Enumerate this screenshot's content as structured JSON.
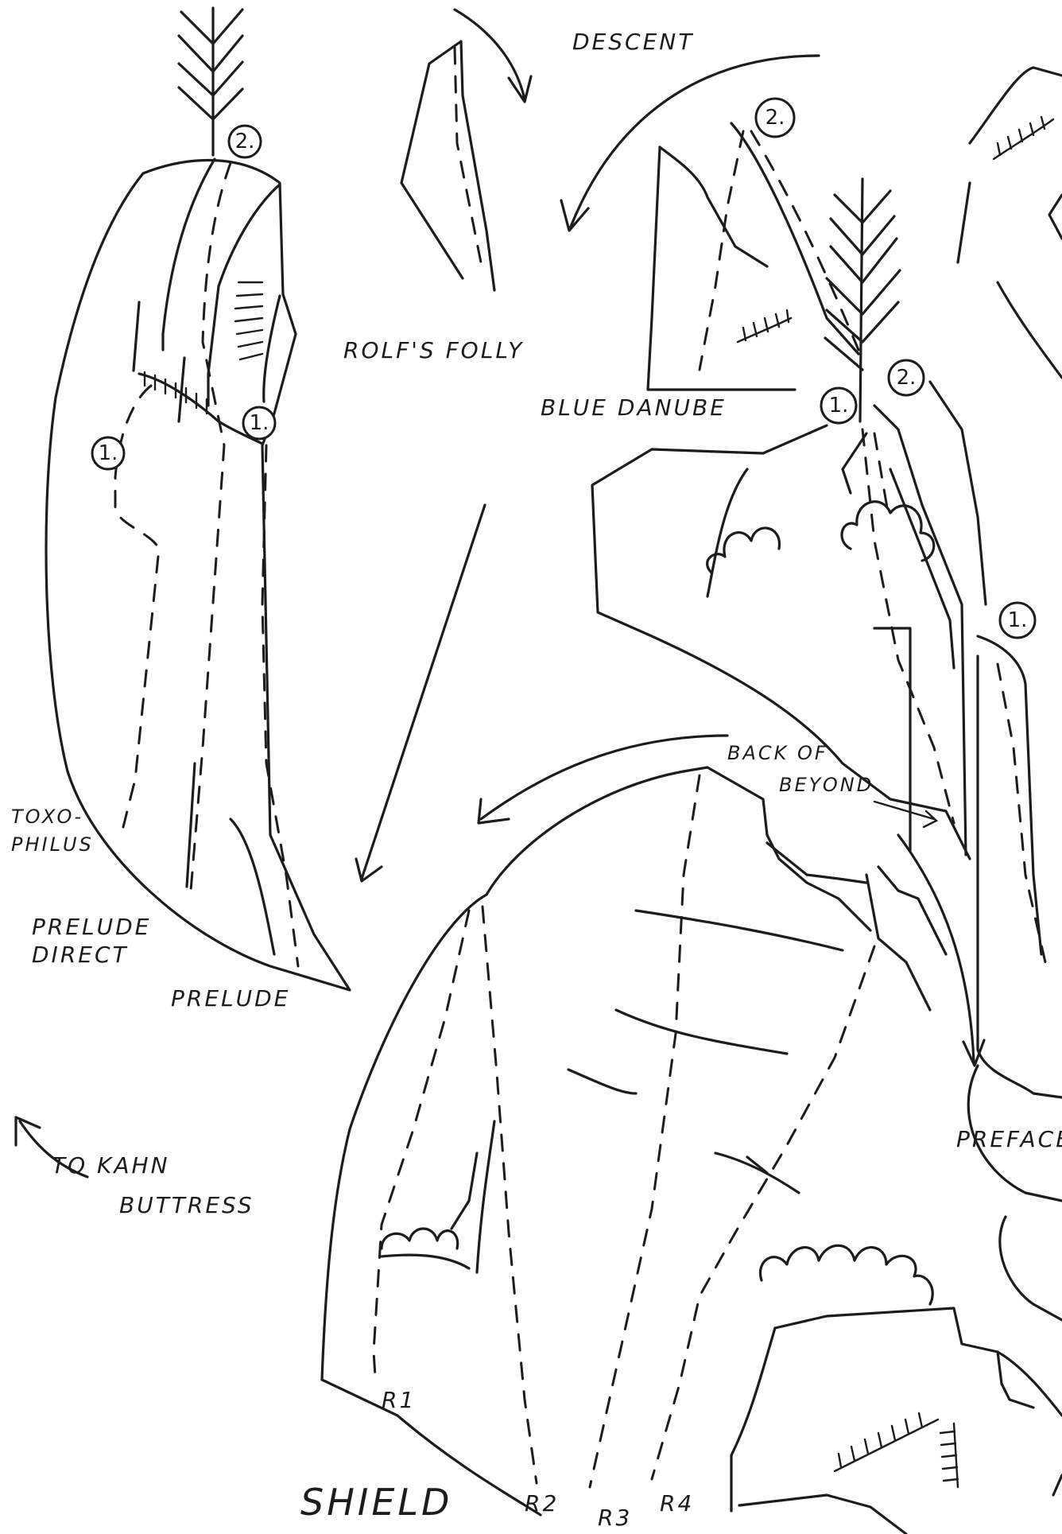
{
  "labels": {
    "descent": "DESCENT",
    "rolfs_folly": "ROLF'S FOLLY",
    "blue_danube": "BLUE DANUBE",
    "toxophilus_line1": "TOXO-",
    "toxophilus_line2": "PHILUS",
    "prelude_direct_line1": "PRELUDE",
    "prelude_direct_line2": "DIRECT",
    "prelude": "PRELUDE",
    "back_of_beyond_line1": "BACK OF",
    "back_of_beyond_line2": "BEYOND",
    "to_kahn_buttress_line1": "TO  KAHN",
    "to_kahn_buttress_line2": "BUTTRESS",
    "preface": "PREFACE",
    "shield": "SHIELD",
    "r1": "R1",
    "r2": "R2",
    "r3": "R3",
    "r4": "R4"
  },
  "pitch_markers": {
    "left_top": "2.",
    "left_mid_right": "1.",
    "left_mid_left": "1.",
    "top_right_high": "2.",
    "blue_danube_1": "1.",
    "blue_danube_2": "2.",
    "far_right_1": "1."
  },
  "colors": {
    "ink": "#1c1c1c",
    "paper": "#ffffff"
  }
}
